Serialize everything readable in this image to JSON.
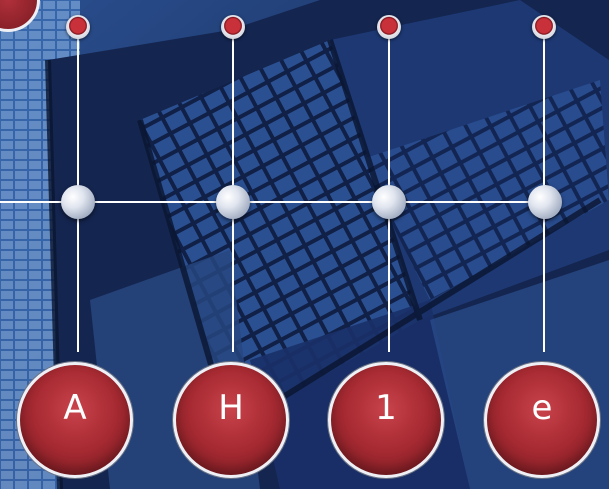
{
  "nodes": [
    {
      "label": "A"
    },
    {
      "label": "H"
    },
    {
      "label": "1"
    },
    {
      "label": "e"
    }
  ],
  "colors": {
    "node_fill": "#a92b33",
    "line": "#ffffff",
    "background": "#1c3466"
  }
}
